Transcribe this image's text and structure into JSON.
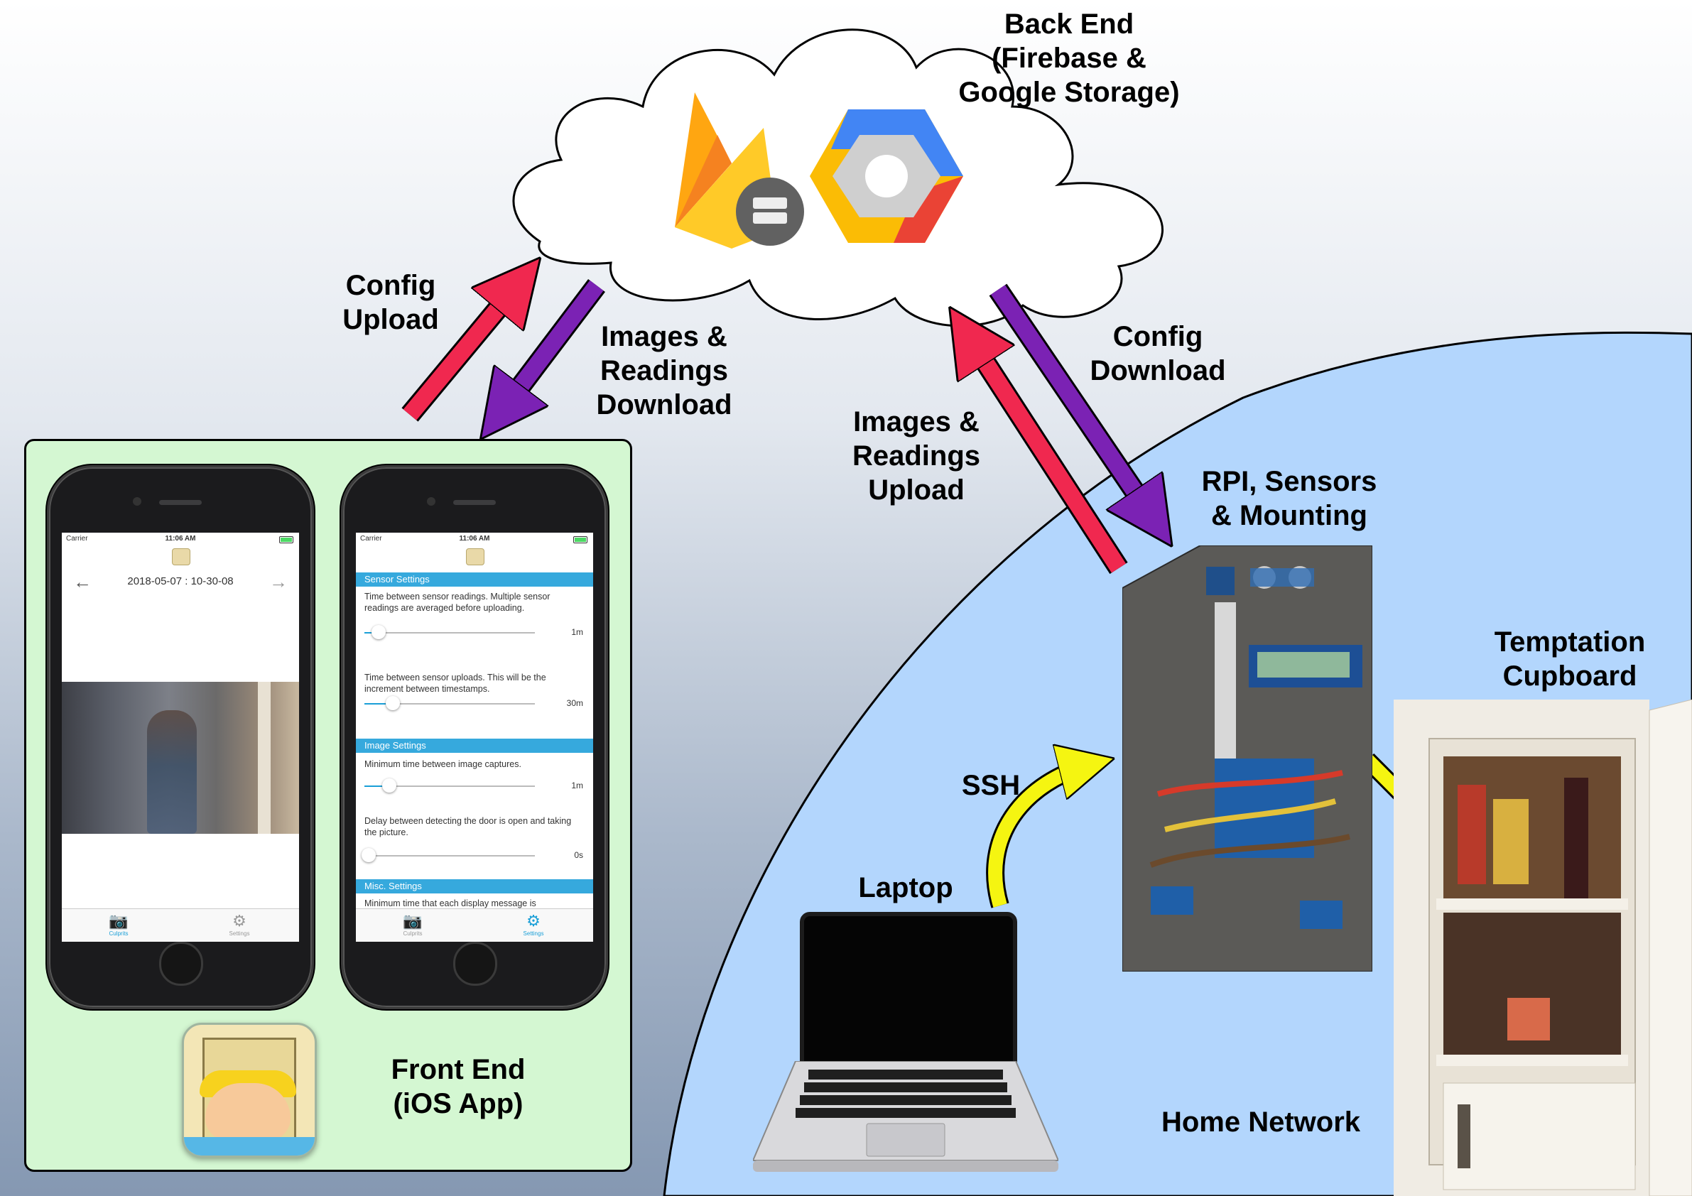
{
  "labels": {
    "backend": "Back End\n(Firebase &\nGoogle Storage)",
    "config_upload": "Config\nUpload",
    "images_download": "Images &\nReadings\nDownload",
    "config_download": "Config\nDownload",
    "images_upload": "Images &\nReadings\nUpload",
    "rpi": "RPI, Sensors\n& Mounting",
    "temptation": "Temptation\nCupboard",
    "ssh": "SSH",
    "laptop": "Laptop",
    "frontend": "Front End\n(iOS App)",
    "home_network": "Home Network"
  },
  "phone1": {
    "carrier": "Carrier",
    "time": "11:06 AM",
    "date": "2018-05-07 : 10-30-08",
    "prev_icon": "arrow-left-icon",
    "next_icon": "arrow-right-icon",
    "tabs": [
      {
        "label": "Culprits",
        "icon": "camera-icon"
      },
      {
        "label": "Settings",
        "icon": "gear-icon"
      }
    ]
  },
  "phone2": {
    "carrier": "Carrier",
    "time": "11:06 AM",
    "sections": {
      "sensor": "Sensor Settings",
      "image": "Image Settings",
      "misc": "Misc. Settings"
    },
    "items": [
      {
        "text": "Time between sensor readings. Multiple sensor readings are averaged before uploading.",
        "value": "1m",
        "level": 0.06
      },
      {
        "text": "Time between sensor uploads. This will be the increment between timestamps.",
        "value": "30m",
        "level": 0.14
      },
      {
        "text": "Minimum time between image captures.",
        "value": "1m",
        "level": 0.12
      },
      {
        "text": "Delay between detecting the door is open and taking the picture.",
        "value": "0s",
        "level": 0.0
      },
      {
        "text": "Minimum time that each display message is"
      }
    ],
    "tabs": [
      {
        "label": "Culprits",
        "icon": "camera-icon"
      },
      {
        "label": "Settings",
        "icon": "gear-icon"
      }
    ]
  },
  "colors": {
    "upload_arrow": "#f0284f",
    "download_arrow": "#7b22b4",
    "ssh_arrow": "#f5f511",
    "frontend_bg": "#d4f7d2",
    "home_network_bg": "#b3d6fd",
    "ios_accent": "#36a9dd"
  },
  "icons": {
    "firebase": "firebase-logo-icon",
    "google_cloud": "google-cloud-logo-icon",
    "storage": "server-storage-icon"
  }
}
